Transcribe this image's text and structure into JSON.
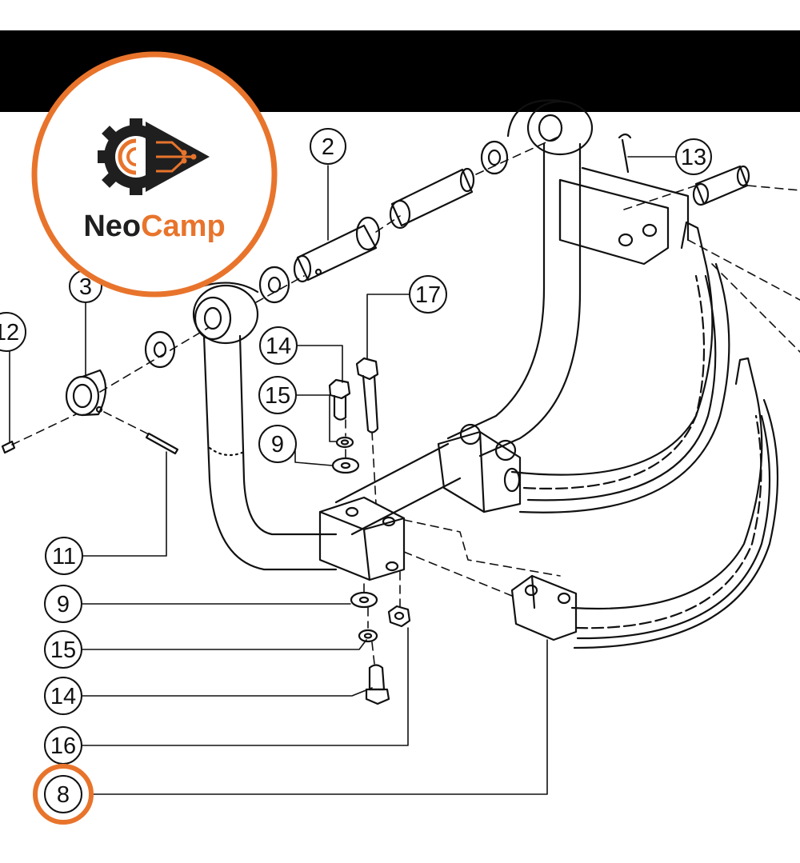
{
  "brand": {
    "name_part1": "Neo",
    "name_part2": "Camp",
    "logo_icon": "gear-circuit-play-icon",
    "accent_color": "#e8742c",
    "text_color": "#1f1f1f"
  },
  "diagram": {
    "labels": [
      "2",
      "3",
      "12",
      "13",
      "14",
      "15",
      "9",
      "17",
      "11",
      "9",
      "15",
      "14",
      "16",
      "8"
    ],
    "highlighted_label": "8",
    "line_color": "#111111"
  }
}
